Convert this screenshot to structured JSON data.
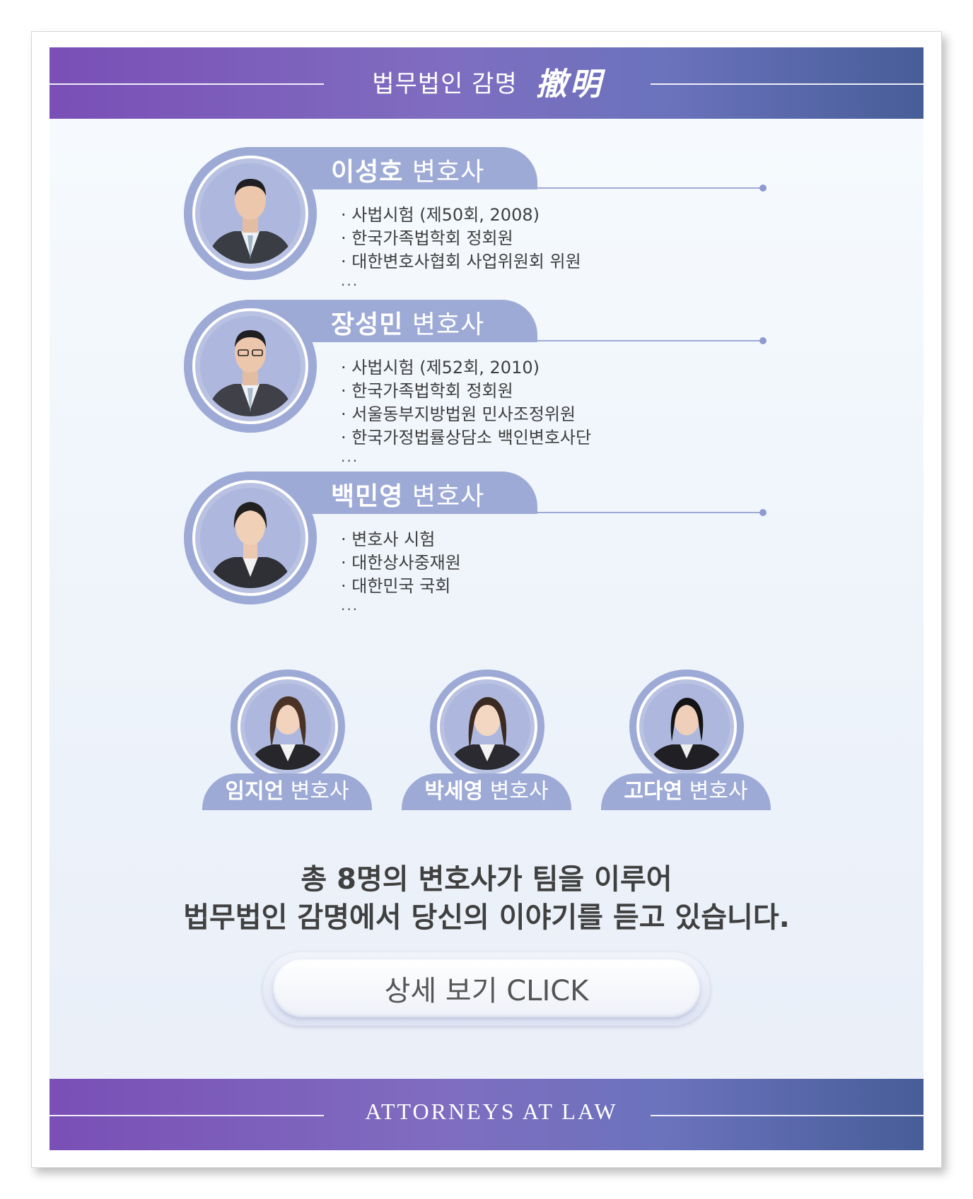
{
  "header": {
    "firm_name": "법무법인 감명",
    "firm_hanja": "撤明"
  },
  "lawyers": [
    {
      "name": "이성호",
      "title": "변호사",
      "credentials": [
        "사법시험 (제50회, 2008)",
        "한국가족법학회 정회원",
        "대한변호사협회 사업위원회 위원"
      ],
      "more": "..."
    },
    {
      "name": "장성민",
      "title": "변호사",
      "credentials": [
        "사법시험 (제52회, 2010)",
        "한국가족법학회 정회원",
        "서울동부지방법원 민사조정위원",
        "한국가정법률상담소 백인변호사단"
      ],
      "more": "..."
    },
    {
      "name": "백민영",
      "title": "변호사",
      "credentials": [
        "변호사 시험",
        "대한상사중재원",
        "대한민국 국회"
      ],
      "more": "..."
    }
  ],
  "associates": [
    {
      "name": "임지언",
      "title": "변호사"
    },
    {
      "name": "박세영",
      "title": "변호사"
    },
    {
      "name": "고다연",
      "title": "변호사"
    }
  ],
  "summary": {
    "line1": "총 8명의 변호사가 팀을 이루어",
    "line2": "법무법인 감명에서 당신의 이야기를 듣고 있습니다."
  },
  "cta": {
    "label": "상세 보기 CLICK"
  },
  "footer": {
    "text": "ATTORNEYS AT LAW"
  },
  "colors": {
    "accent": "#9eaad6",
    "band_left": "#7a4fb6",
    "band_right": "#475d98"
  }
}
